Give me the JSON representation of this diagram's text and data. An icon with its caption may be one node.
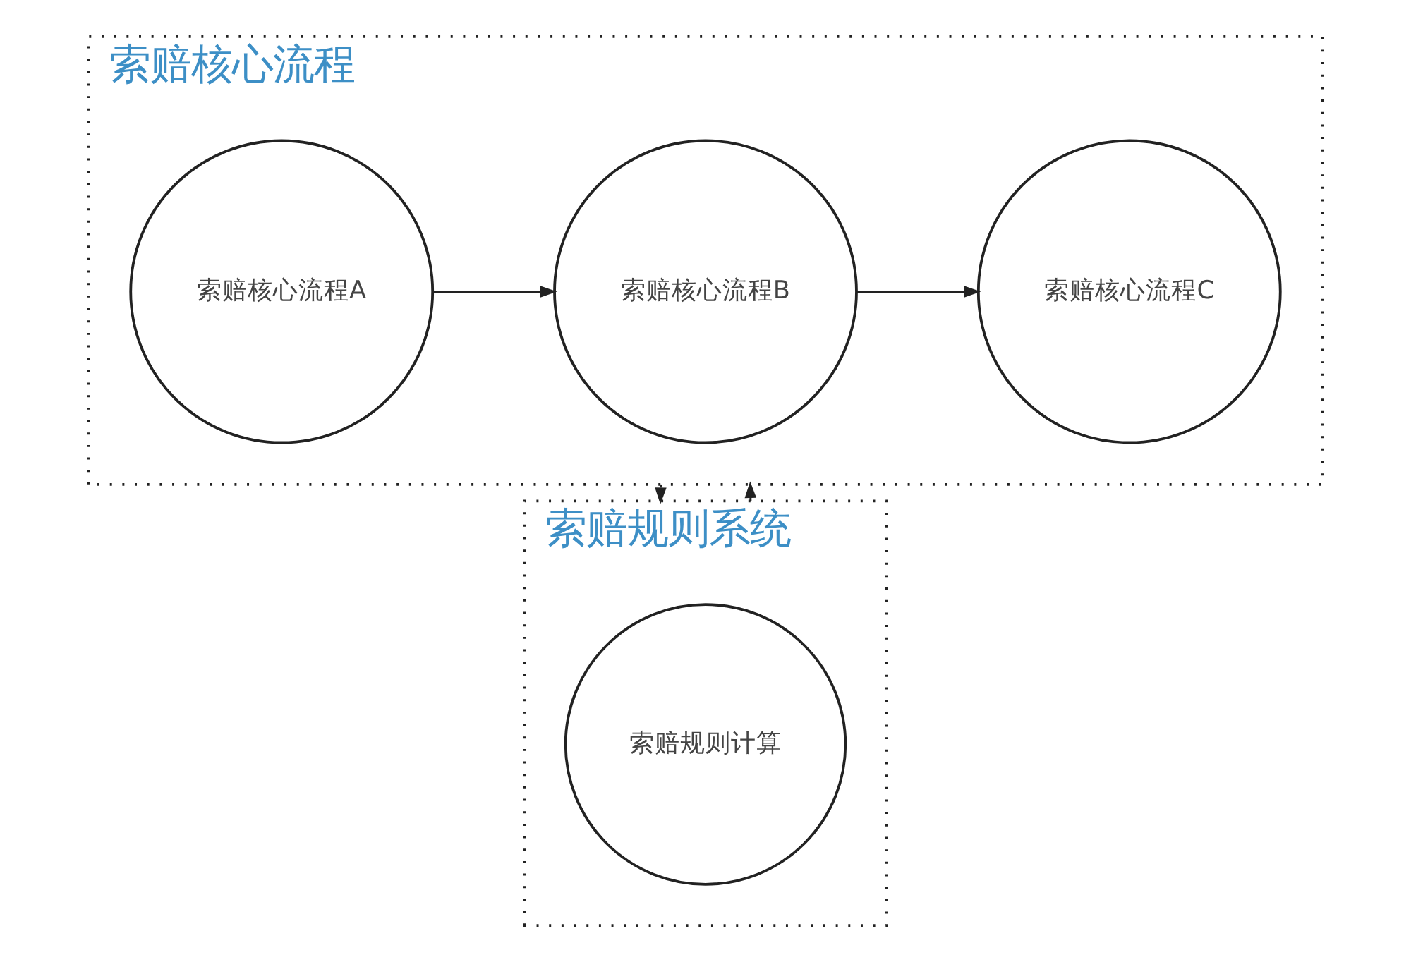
{
  "diagram": {
    "nodes": [
      {
        "text": [
          "索赔核心流程"
        ]
      },
      {
        "text": [
          "索赔核心流程A"
        ],
        "in": 0
      },
      {
        "text": [
          "索赔核心流程B"
        ],
        "in": 0
      },
      {
        "text": [
          "索赔核心流程C"
        ],
        "in": 0
      },
      {
        "text": [
          "索赔规则系统"
        ]
      },
      {
        "text": [
          "索赔规则计算"
        ],
        "in": 4
      }
    ],
    "edges": [
      {
        "from": 1,
        "to": 2,
        "arrow": "to"
      },
      {
        "from": 2,
        "to": 3,
        "arrow": "to"
      },
      {
        "from": 0,
        "to": 4,
        "arrow": "to"
      },
      {
        "from": 4,
        "to": 0,
        "arrow": "to"
      }
    ]
  }
}
